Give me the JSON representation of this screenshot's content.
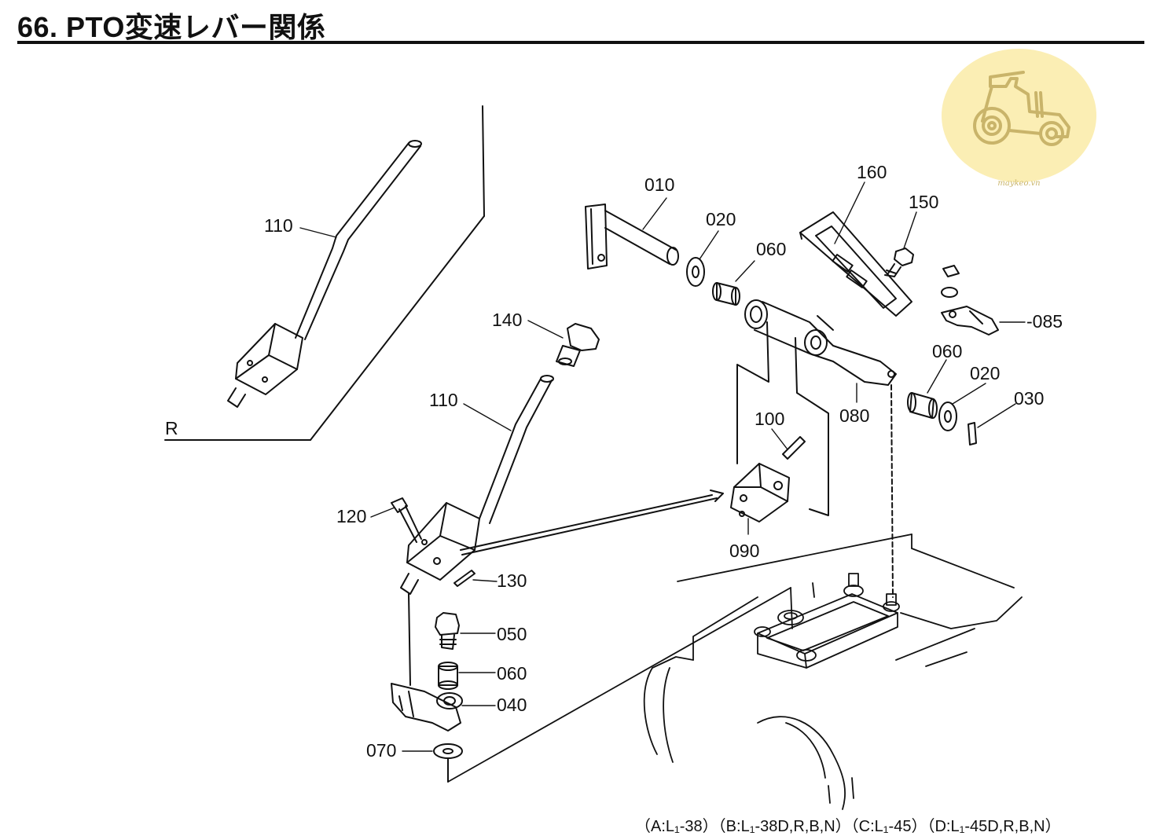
{
  "header": {
    "title": "66. PTO変速レバー関係"
  },
  "logo": {
    "caption": "maykeo.vn",
    "icon": "tractor-icon"
  },
  "variant_label": "R",
  "parts": [
    {
      "id": "p110a",
      "number": "110"
    },
    {
      "id": "p010",
      "number": "010"
    },
    {
      "id": "p020a",
      "number": "020"
    },
    {
      "id": "p060a",
      "number": "060"
    },
    {
      "id": "p160",
      "number": "160"
    },
    {
      "id": "p150",
      "number": "150"
    },
    {
      "id": "p085",
      "number": "085"
    },
    {
      "id": "p140",
      "number": "140"
    },
    {
      "id": "p060b",
      "number": "060"
    },
    {
      "id": "p020b",
      "number": "020"
    },
    {
      "id": "p030",
      "number": "030"
    },
    {
      "id": "p110b",
      "number": "110"
    },
    {
      "id": "p080",
      "number": "080"
    },
    {
      "id": "p100",
      "number": "100"
    },
    {
      "id": "p120",
      "number": "120"
    },
    {
      "id": "p090",
      "number": "090"
    },
    {
      "id": "p130",
      "number": "130"
    },
    {
      "id": "p050",
      "number": "050"
    },
    {
      "id": "p060c",
      "number": "060"
    },
    {
      "id": "p040",
      "number": "040"
    },
    {
      "id": "p070",
      "number": "070"
    }
  ],
  "footer": {
    "models": "（A:L₁-38）（B:L₁-38D,R,B,N）（C:L₁-45）（D:L₁-45D,R,B,N）"
  }
}
